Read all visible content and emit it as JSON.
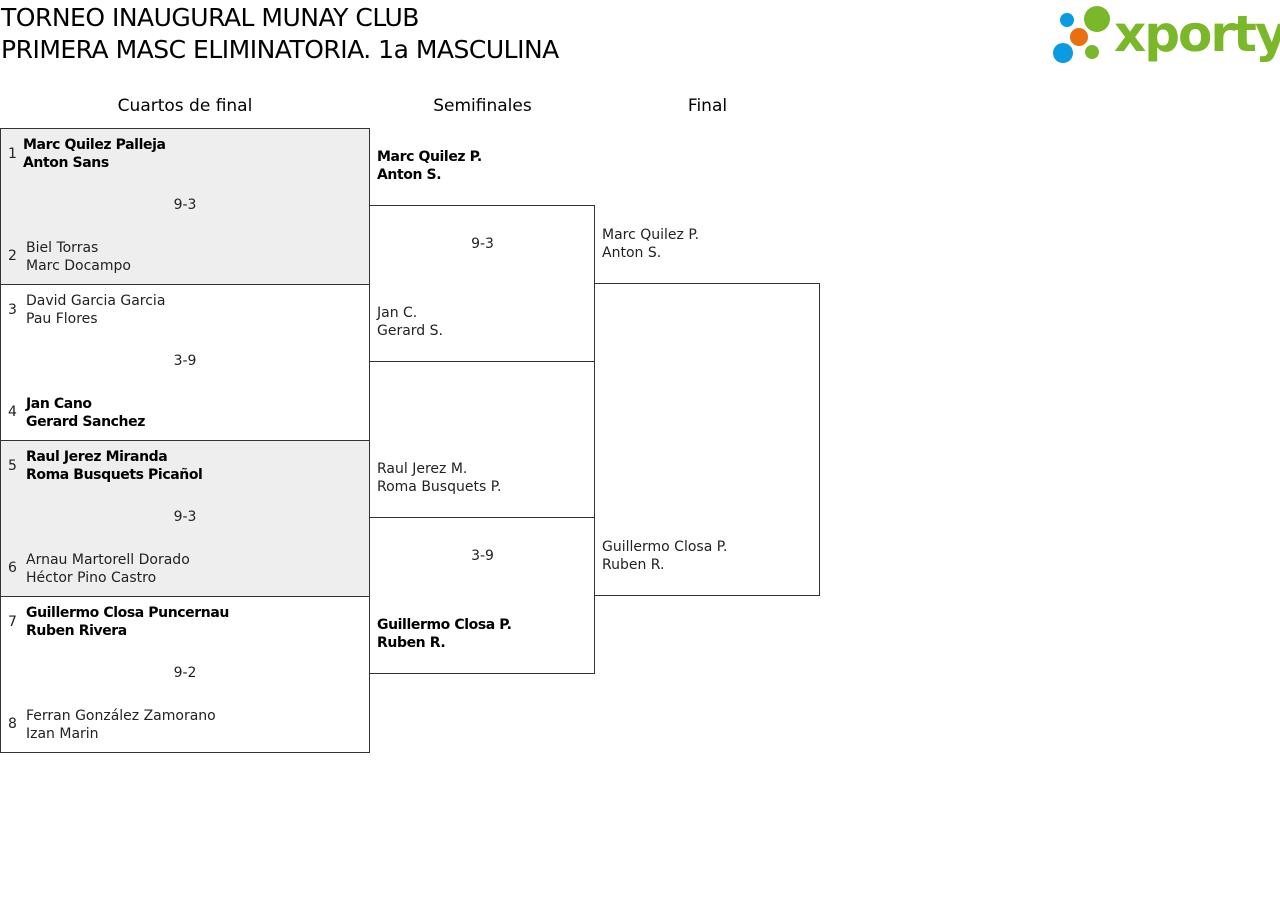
{
  "header": {
    "line1": "TORNEO INAUGURAL MUNAY CLUB",
    "line2": "PRIMERA MASC ELIMINATORIA. 1a MASCULINA",
    "logo_text": "xporty"
  },
  "colors": {
    "logo_green": "#7ab829",
    "logo_blue": "#0a9be0",
    "logo_orange": "#e8700e",
    "shaded": "#eeeeee"
  },
  "rounds": [
    "Cuartos de final",
    "Semifinales",
    "Final"
  ],
  "quarterfinals": [
    {
      "score": "9-3",
      "top": {
        "seed": "1",
        "p1": "Marc Quilez Palleja",
        "p2": "Anton Sans"
      },
      "bottom": {
        "seed": "2",
        "p1": "Biel Torras",
        "p2": "Marc Docampo"
      }
    },
    {
      "score": "3-9",
      "top": {
        "seed": "3",
        "p1": "David Garcia Garcia",
        "p2": "Pau Flores"
      },
      "bottom": {
        "seed": "4",
        "p1": "Jan Cano",
        "p2": "Gerard Sanchez"
      }
    },
    {
      "score": "9-3",
      "top": {
        "seed": "5",
        "p1": "Raul Jerez Miranda",
        "p2": "Roma Busquets Picañol"
      },
      "bottom": {
        "seed": "6",
        "p1": "Arnau Martorell Dorado",
        "p2": "Héctor Pino Castro"
      }
    },
    {
      "score": "9-2",
      "top": {
        "seed": "7",
        "p1": "Guillermo Closa Puncernau",
        "p2": "Ruben Rivera"
      },
      "bottom": {
        "seed": "8",
        "p1": "Ferran González Zamorano",
        "p2": "Izan Marin"
      }
    }
  ],
  "semifinals": [
    {
      "score": "9-3",
      "top": {
        "p1": "Marc Quilez P.",
        "p2": "Anton S."
      },
      "bottom": {
        "p1": "Jan C.",
        "p2": "Gerard S."
      }
    },
    {
      "score": "3-9",
      "top": {
        "p1": "Raul Jerez M.",
        "p2": "Roma Busquets P."
      },
      "bottom": {
        "p1": "Guillermo Closa P.",
        "p2": "Ruben R."
      }
    }
  ],
  "final": {
    "top": {
      "p1": "Marc Quilez P.",
      "p2": "Anton S."
    },
    "bottom": {
      "p1": "Guillermo Closa P.",
      "p2": "Ruben R."
    }
  }
}
